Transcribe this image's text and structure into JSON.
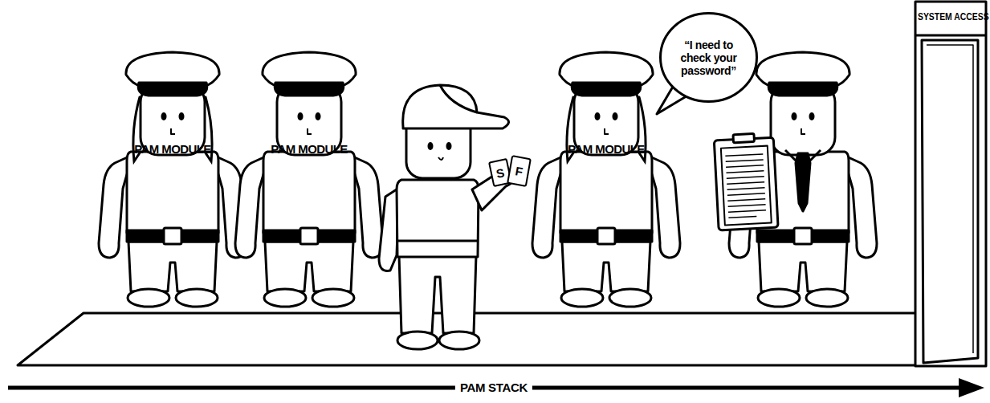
{
  "diagram": {
    "nodes": [
      {
        "text": [
          "PAM MODULE"
        ]
      },
      {
        "text": [
          "PAM MODULE"
        ]
      },
      {
        "text": [
          "S"
        ]
      },
      {
        "text": [
          "F"
        ]
      },
      {
        "text": [
          "PAM MODULE"
        ]
      },
      {
        "text": [
          "“I need to check your password”"
        ]
      },
      {
        "text": [
          "SYSTEM ACCESS"
        ]
      }
    ],
    "labels": [
      "PAM STACK"
    ]
  }
}
